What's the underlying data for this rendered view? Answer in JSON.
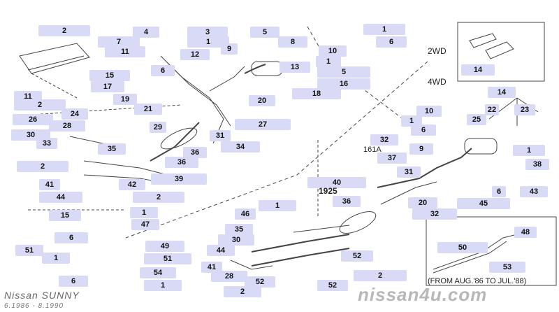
{
  "diagram": {
    "model": "Nissan SUNNY",
    "years": "6.1986 - 8.1990",
    "watermark": "nissan4u.com",
    "label_2wd": "2WD",
    "label_4wd": "4WD",
    "from_note": "(FROM AUG.'86 TO JUL.'88)",
    "label_161a": "161A",
    "label_1925": "1925",
    "callouts": [
      "2",
      "4",
      "3",
      "5",
      "1",
      "6",
      "7",
      "1",
      "8",
      "11",
      "12",
      "9",
      "10",
      "6",
      "1",
      "13",
      "15",
      "17",
      "5",
      "16",
      "11",
      "18",
      "2",
      "19",
      "21",
      "20",
      "26",
      "24",
      "22",
      "25",
      "23",
      "10",
      "29",
      "1",
      "28",
      "6",
      "27",
      "30",
      "31",
      "32",
      "35",
      "33",
      "34",
      "36",
      "9",
      "1",
      "37",
      "36",
      "38",
      "39",
      "42",
      "2",
      "40",
      "41",
      "44",
      "31",
      "2",
      "6",
      "43",
      "20",
      "45",
      "15",
      "1",
      "32",
      "46",
      "1",
      "36",
      "47",
      "6",
      "35",
      "49",
      "30",
      "51",
      "44",
      "51",
      "52",
      "1",
      "41",
      "54",
      "28",
      "2",
      "6",
      "52",
      "1",
      "2",
      "52",
      "48",
      "50",
      "53",
      "14",
      "14"
    ],
    "colors": {
      "callout_bg": "#d9daf6",
      "line": "#444444"
    }
  }
}
